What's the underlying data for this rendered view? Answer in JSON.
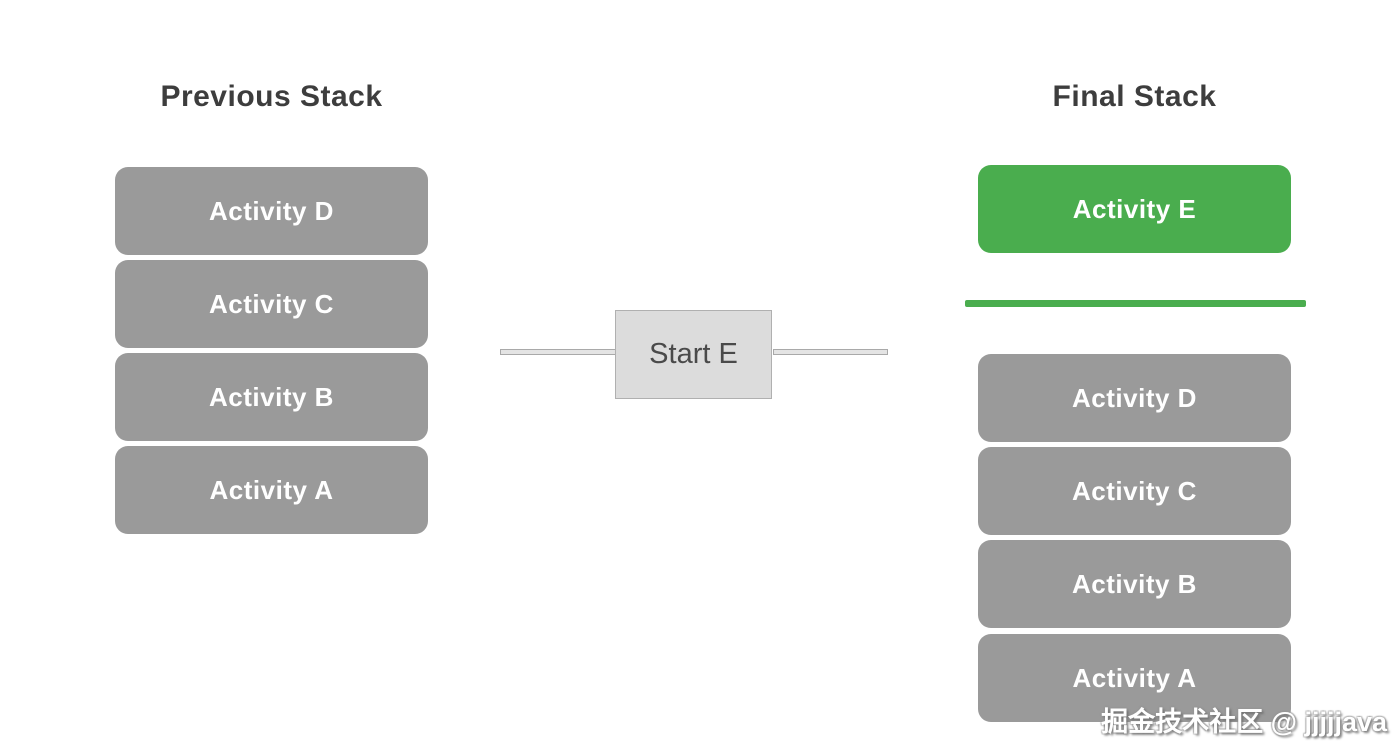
{
  "previous_stack": {
    "title": "Previous Stack",
    "items": [
      "Activity D",
      "Activity C",
      "Activity B",
      "Activity A"
    ]
  },
  "action": {
    "label": "Start E"
  },
  "final_stack": {
    "title": "Final Stack",
    "top_item": "Activity E",
    "items": [
      "Activity D",
      "Activity C",
      "Activity B",
      "Activity A"
    ]
  },
  "watermark": "掘金技术社区 @ jjjjjava",
  "colors": {
    "activity_gray": "#9a9a9a",
    "activity_green": "#4aad4e",
    "divider_green": "#4aad4e",
    "start_box_fill": "#dcdcdc",
    "start_box_border": "#b0b0b0",
    "connector_fill": "#e4e4e4",
    "connector_border": "#a9a9a9",
    "heading_text": "#3d3d3d",
    "box_label_text": "#ffffff",
    "background": "#ffffff"
  }
}
